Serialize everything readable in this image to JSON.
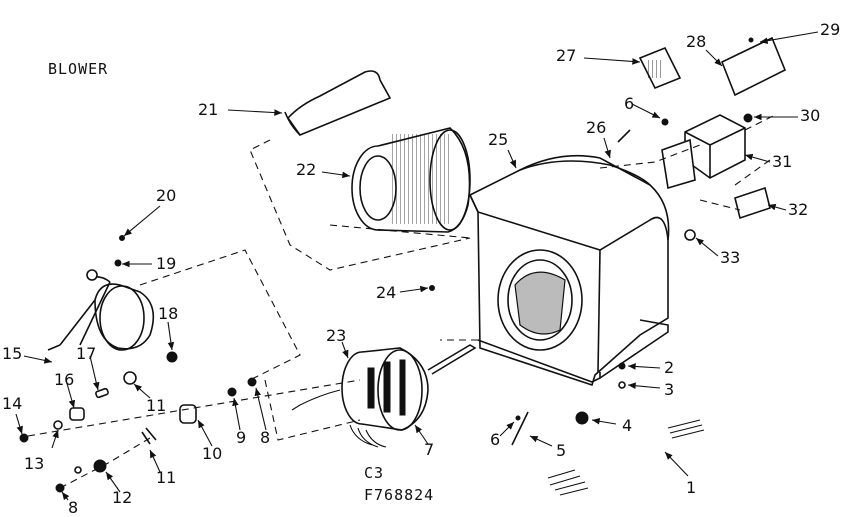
{
  "title": "BLOWER",
  "diagram_code_1": "C3",
  "diagram_code_2": "F768824",
  "parts": [
    {
      "id": "p1",
      "label": "1"
    },
    {
      "id": "p2",
      "label": "2"
    },
    {
      "id": "p3",
      "label": "3"
    },
    {
      "id": "p4",
      "label": "4"
    },
    {
      "id": "p5",
      "label": "5"
    },
    {
      "id": "p6a",
      "label": "6"
    },
    {
      "id": "p6b",
      "label": "6"
    },
    {
      "id": "p7",
      "label": "7"
    },
    {
      "id": "p8a",
      "label": "8"
    },
    {
      "id": "p8b",
      "label": "8"
    },
    {
      "id": "p9",
      "label": "9"
    },
    {
      "id": "p10",
      "label": "10"
    },
    {
      "id": "p11a",
      "label": "11"
    },
    {
      "id": "p11b",
      "label": "11"
    },
    {
      "id": "p12",
      "label": "12"
    },
    {
      "id": "p13",
      "label": "13"
    },
    {
      "id": "p14",
      "label": "14"
    },
    {
      "id": "p15",
      "label": "15"
    },
    {
      "id": "p16",
      "label": "16"
    },
    {
      "id": "p17",
      "label": "17"
    },
    {
      "id": "p18",
      "label": "18"
    },
    {
      "id": "p19",
      "label": "19"
    },
    {
      "id": "p20",
      "label": "20"
    },
    {
      "id": "p21",
      "label": "21"
    },
    {
      "id": "p22",
      "label": "22"
    },
    {
      "id": "p23",
      "label": "23"
    },
    {
      "id": "p24",
      "label": "24"
    },
    {
      "id": "p25",
      "label": "25"
    },
    {
      "id": "p26",
      "label": "26"
    },
    {
      "id": "p27",
      "label": "27"
    },
    {
      "id": "p28",
      "label": "28"
    },
    {
      "id": "p29",
      "label": "29"
    },
    {
      "id": "p30",
      "label": "30"
    },
    {
      "id": "p31",
      "label": "31"
    },
    {
      "id": "p32",
      "label": "32"
    },
    {
      "id": "p33",
      "label": "33"
    }
  ]
}
